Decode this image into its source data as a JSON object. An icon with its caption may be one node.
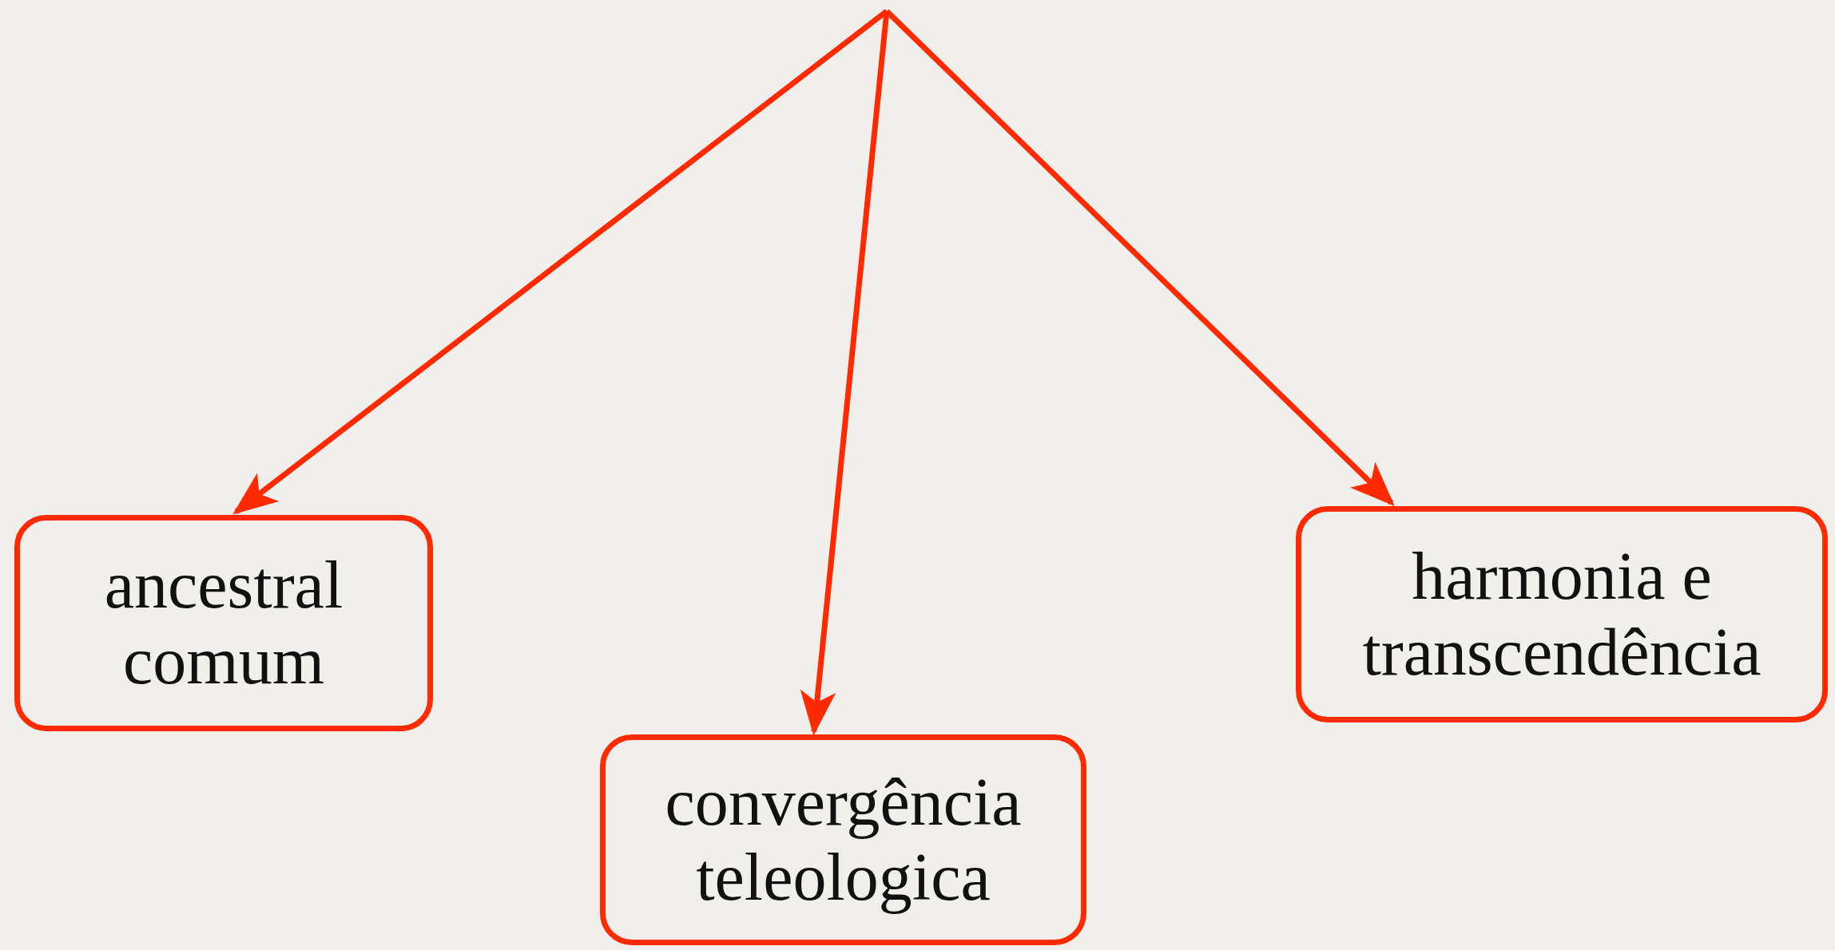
{
  "diagram": {
    "nodes": [
      {
        "text": [
          "ancestral comum"
        ]
      },
      {
        "text": [
          "convergência teleologica"
        ]
      },
      {
        "text": [
          "harmonia e transcendência"
        ]
      }
    ],
    "edges": [
      {
        "from": null,
        "to": 0,
        "arrow": "to"
      },
      {
        "from": null,
        "to": 1,
        "arrow": "to"
      },
      {
        "from": null,
        "to": 2,
        "arrow": "to"
      }
    ]
  }
}
